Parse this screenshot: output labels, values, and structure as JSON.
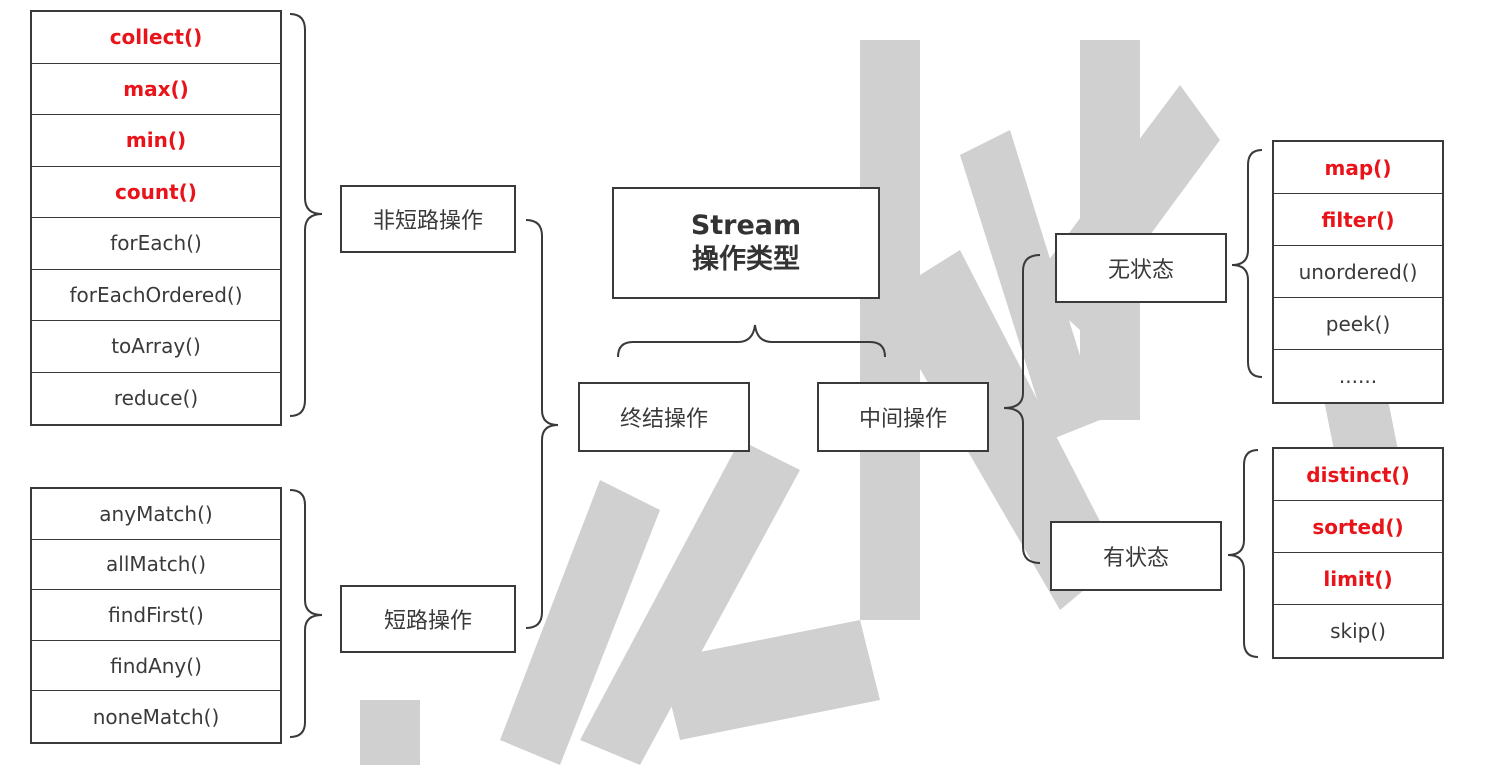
{
  "title": {
    "line1": "Stream",
    "line2": "操作类型"
  },
  "nodes": {
    "terminal": "终结操作",
    "intermediate": "中间操作",
    "non_short_circuit": "非短路操作",
    "short_circuit": "短路操作",
    "stateless": "无状态",
    "stateful": "有状态"
  },
  "non_short_circuit_ops": [
    {
      "label": "collect()",
      "highlight": true
    },
    {
      "label": "max()",
      "highlight": true
    },
    {
      "label": "min()",
      "highlight": true
    },
    {
      "label": "count()",
      "highlight": true
    },
    {
      "label": "forEach()",
      "highlight": false
    },
    {
      "label": "forEachOrdered()",
      "highlight": false
    },
    {
      "label": "toArray()",
      "highlight": false
    },
    {
      "label": "reduce()",
      "highlight": false
    }
  ],
  "short_circuit_ops": [
    {
      "label": "anyMatch()",
      "highlight": false
    },
    {
      "label": "allMatch()",
      "highlight": false
    },
    {
      "label": "findFirst()",
      "highlight": false
    },
    {
      "label": "findAny()",
      "highlight": false
    },
    {
      "label": "noneMatch()",
      "highlight": false
    }
  ],
  "stateless_ops": [
    {
      "label": "map()",
      "highlight": true
    },
    {
      "label": "filter()",
      "highlight": true
    },
    {
      "label": "unordered()",
      "highlight": false
    },
    {
      "label": "peek()",
      "highlight": false
    },
    {
      "label": "......",
      "highlight": false
    }
  ],
  "stateful_ops": [
    {
      "label": "distinct()",
      "highlight": true
    },
    {
      "label": "sorted()",
      "highlight": true
    },
    {
      "label": "limit()",
      "highlight": true
    },
    {
      "label": "skip()",
      "highlight": false
    }
  ],
  "colors": {
    "highlight": "#e8141a",
    "text": "#3a3a3a",
    "watermark": "#c8c8c8"
  }
}
